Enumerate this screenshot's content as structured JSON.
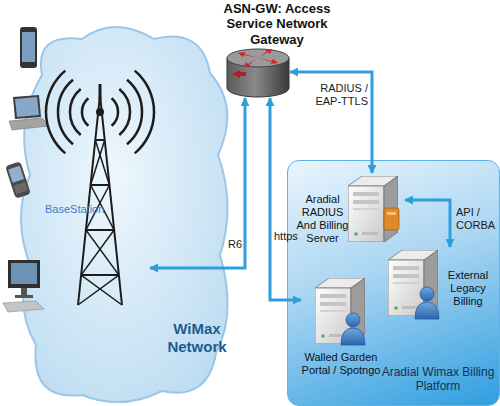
{
  "diagram": {
    "nodes": [
      {
        "text": [
          "WiMax Network"
        ]
      },
      {
        "text": [
          "BaseStation"
        ],
        "in": 0
      },
      {
        "text": [
          "ASN-GW: Access Service Network Gateway"
        ]
      },
      {
        "text": [
          "Aradial Wimax Billing Platform"
        ]
      },
      {
        "text": [
          "Aradial RADIUS And Billing Server"
        ],
        "in": 3
      },
      {
        "text": [
          "Walled Garden Portal / Spotngo"
        ],
        "in": 3
      },
      {
        "text": [
          "External Legacy Billing"
        ],
        "in": 3
      }
    ],
    "edges": [
      {
        "from": 2,
        "to": 1,
        "label": "R6",
        "arrow": "both"
      },
      {
        "from": 2,
        "to": 5,
        "label": "https",
        "arrow": "both"
      },
      {
        "from": 4,
        "to": 2,
        "label": "RADIUS / EAP-TTLS",
        "arrow": "both"
      },
      {
        "from": 4,
        "to": 6,
        "label": "API / CORBA",
        "arrow": "both"
      }
    ]
  }
}
